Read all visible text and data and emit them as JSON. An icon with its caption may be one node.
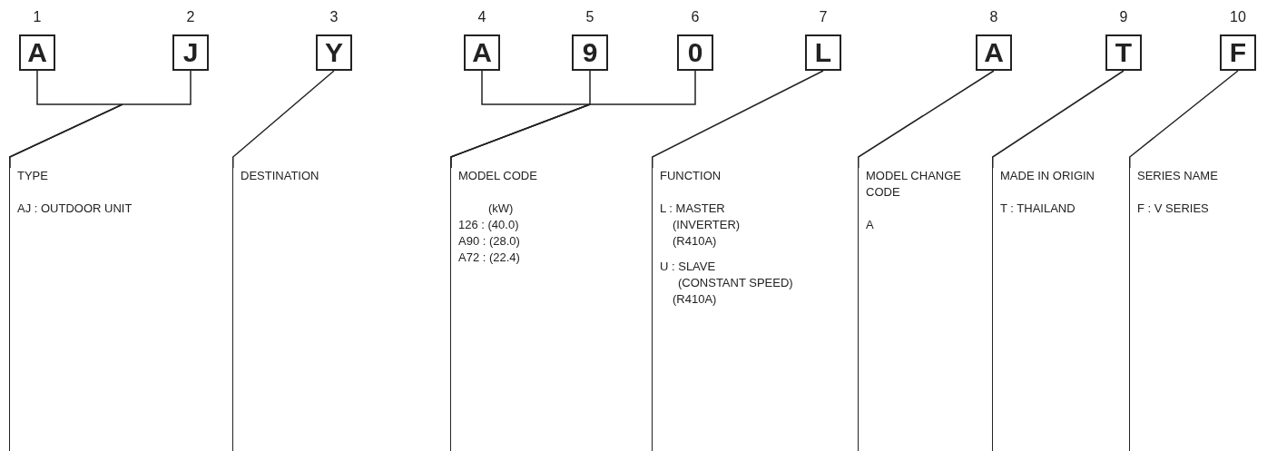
{
  "diagram": {
    "nodes": [
      {
        "text": [
          "A"
        ],
        "beside": [
          "1"
        ]
      },
      {
        "text": [
          "J"
        ],
        "beside": [
          "2"
        ]
      },
      {
        "text": [
          "Y"
        ],
        "beside": [
          "3"
        ]
      },
      {
        "text": [
          "A"
        ],
        "beside": [
          "4"
        ]
      },
      {
        "text": [
          "9"
        ],
        "beside": [
          "5"
        ]
      },
      {
        "text": [
          "0"
        ],
        "beside": [
          "6"
        ]
      },
      {
        "text": [
          "L"
        ],
        "beside": [
          "7"
        ]
      },
      {
        "text": [
          "A"
        ],
        "beside": [
          "8"
        ]
      },
      {
        "text": [
          "T"
        ],
        "beside": [
          "9"
        ]
      },
      {
        "text": [
          "F"
        ],
        "beside": [
          "10"
        ]
      },
      {
        "text": [
          "TYPE",
          "AJ : OUTDOOR UNIT"
        ]
      },
      {
        "text": [
          "DESTINATION"
        ]
      },
      {
        "text": [
          "MODEL CODE",
          "(kW)",
          "126 : (40.0)",
          "A90 : (28.0)",
          "A72 : (22.4)"
        ]
      },
      {
        "text": [
          "FUNCTION",
          "L : MASTER",
          "(INVERTER)",
          "(R410A)",
          "U : SLAVE",
          "(CONSTANT SPEED)",
          "(R410A)"
        ]
      },
      {
        "text": [
          "MODEL CHANGE CODE",
          "A"
        ]
      },
      {
        "text": [
          "MADE IN ORIGIN",
          "T : THAILAND"
        ]
      },
      {
        "text": [
          "SERIES NAME",
          "F : V SERIES"
        ]
      }
    ],
    "edges": [
      {
        "from": 0,
        "to": 10,
        "arrow": "none"
      },
      {
        "from": 1,
        "to": 10,
        "arrow": "none"
      },
      {
        "from": 2,
        "to": 11,
        "arrow": "none"
      },
      {
        "from": 3,
        "to": 12,
        "arrow": "none"
      },
      {
        "from": 4,
        "to": 12,
        "arrow": "none"
      },
      {
        "from": 5,
        "to": 12,
        "arrow": "none"
      },
      {
        "from": 6,
        "to": 13,
        "arrow": "none"
      },
      {
        "from": 7,
        "to": 14,
        "arrow": "none"
      },
      {
        "from": 8,
        "to": 15,
        "arrow": "none"
      },
      {
        "from": 9,
        "to": 16,
        "arrow": "none"
      }
    ]
  }
}
